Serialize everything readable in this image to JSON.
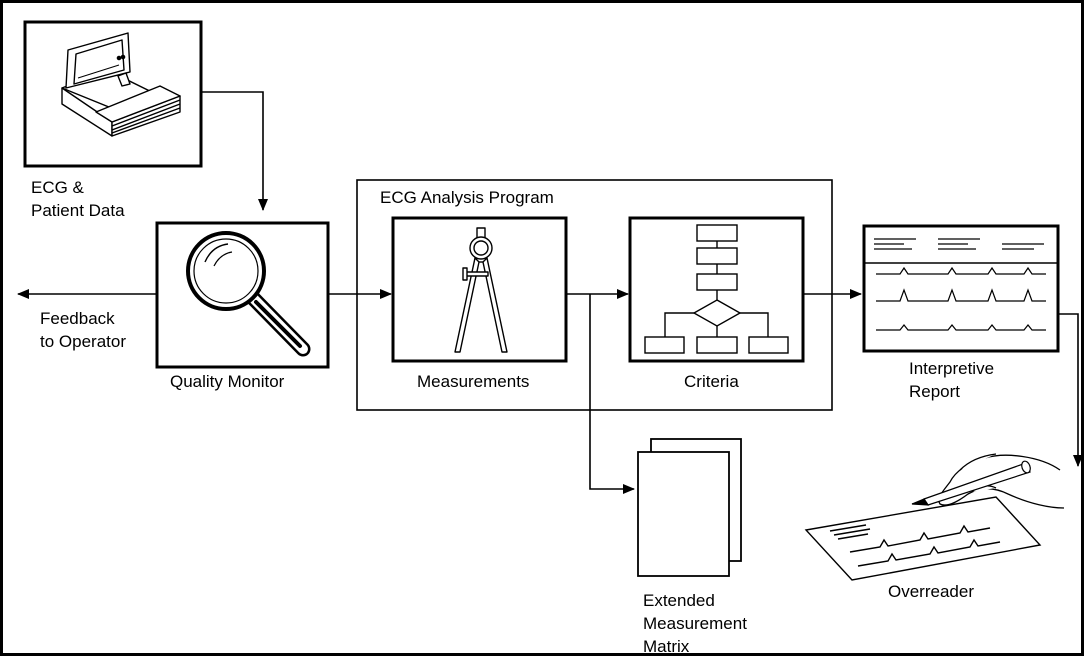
{
  "labels": {
    "ecg_patient_line1": "ECG &",
    "ecg_patient_line2": "Patient Data",
    "analysis_program": "ECG Analysis Program",
    "feedback_line1": "Feedback",
    "feedback_line2": "to Operator",
    "quality_monitor": "Quality Monitor",
    "measurements": "Measurements",
    "criteria": "Criteria",
    "report_line1": "Interpretive",
    "report_line2": "Report",
    "matrix_line1": "Extended",
    "matrix_line2": "Measurement",
    "matrix_line3": "Matrix",
    "overreader": "Overreader"
  },
  "icons": {
    "device": "ecg-cart-icon",
    "quality": "magnifying-glass-icon",
    "measurements": "drafting-compass-icon",
    "criteria": "flowchart-icon",
    "report": "ecg-report-icon",
    "matrix": "stacked-pages-icon",
    "overreader": "hand-writing-icon"
  },
  "colors": {
    "stroke": "#000000",
    "background": "#ffffff"
  }
}
